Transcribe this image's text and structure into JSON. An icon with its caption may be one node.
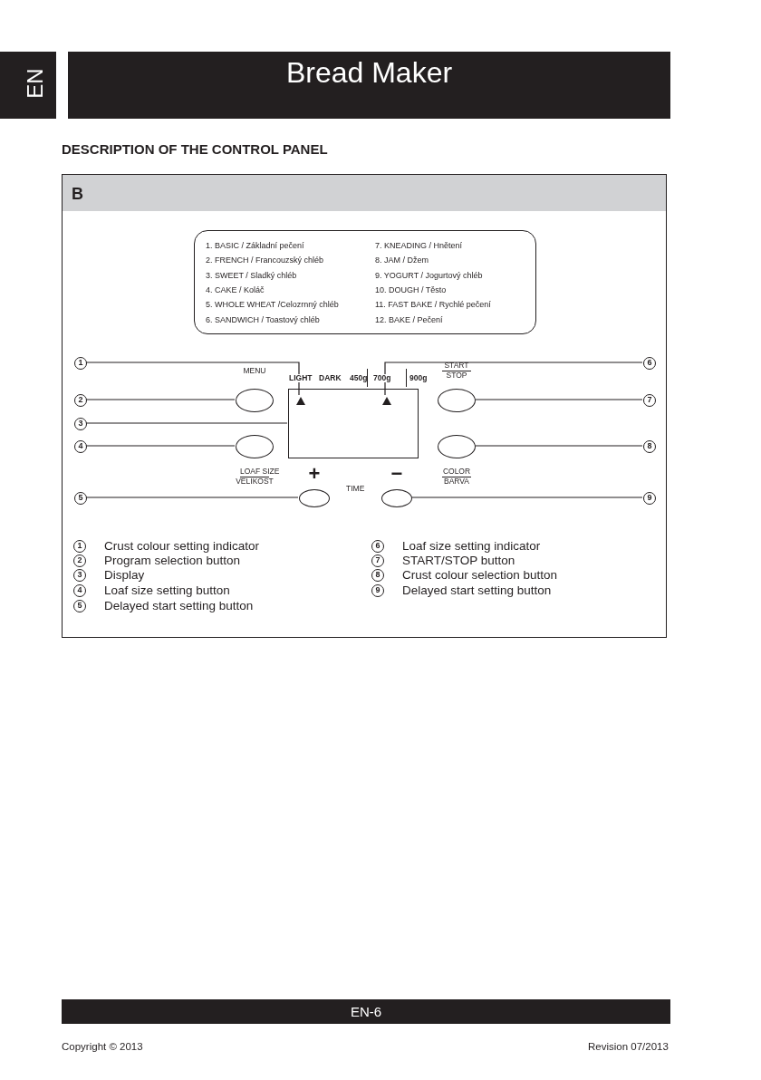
{
  "diagram": {
    "title": "Bread Maker",
    "nodes": [
      {
        "text": [
          "B"
        ]
      },
      {
        "text": [
          "1. BASIC / Základní pečení",
          "2. FRENCH / Francouzský chléb",
          "3. SWEET / Sladký chléb",
          "4. CAKE / Koláč",
          "5. WHOLE WHEAT /Celozrnný chléb",
          "6. SANDWICH / Toastový chléb",
          "7. KNEADING / Hnětení",
          "8. JAM / Džem",
          "9. YOGURT / Jogurtový chléb",
          "10. DOUGH / Těsto",
          "11. FAST BAKE / Rychlé pečení",
          "12. BAKE / Pečení"
        ],
        "in": 0
      },
      {
        "text": [
          "1"
        ],
        "in": 0
      },
      {
        "text": [
          "2"
        ],
        "in": 0
      },
      {
        "text": [
          "3"
        ],
        "in": 0
      },
      {
        "text": [
          "4"
        ],
        "in": 0
      },
      {
        "text": [
          "5"
        ],
        "in": 0
      },
      {
        "text": [
          "6"
        ],
        "in": 0
      },
      {
        "text": [
          "7"
        ],
        "in": 0
      },
      {
        "text": [
          "8"
        ],
        "in": 0
      },
      {
        "text": [
          "9"
        ],
        "in": 0
      },
      {
        "text": [],
        "shape": "box",
        "in": 0
      },
      {
        "text": [],
        "shape": "triangle",
        "in": 11
      },
      {
        "text": [],
        "shape": "triangle",
        "in": 11
      },
      {
        "text": [
          "MENU"
        ],
        "in": 0
      },
      {
        "text": [
          "START",
          "STOP"
        ],
        "in": 0
      },
      {
        "text": [
          "LOAF SIZE",
          "VELIKOST"
        ],
        "in": 0
      },
      {
        "text": [
          "COLOR",
          "BARVA"
        ],
        "in": 0
      },
      {
        "text": [
          "+"
        ],
        "in": 0
      },
      {
        "text": [
          "−"
        ],
        "in": 0
      }
    ],
    "edges": [
      {
        "from": 2,
        "to": 12,
        "arrow": "none"
      },
      {
        "from": 3,
        "to": 14,
        "arrow": "none"
      },
      {
        "from": 4,
        "to": 11,
        "arrow": "none"
      },
      {
        "from": 5,
        "to": 16,
        "arrow": "none"
      },
      {
        "from": 6,
        "to": 18,
        "arrow": "none"
      },
      {
        "from": 7,
        "to": 13,
        "arrow": "none"
      },
      {
        "from": 8,
        "to": 15,
        "arrow": "none"
      },
      {
        "from": 9,
        "to": 17,
        "arrow": "none"
      },
      {
        "from": 10,
        "to": 19,
        "arrow": "none"
      }
    ],
    "labels": [
      "EN",
      "DESCRIPTION OF THE CONTROL PANEL",
      "LIGHT",
      "DARK",
      "450g",
      "700g",
      "900g",
      "TIME",
      "1",
      "Crust colour setting indicator",
      "6",
      "Loaf size setting indicator",
      "2",
      "Program selection button",
      "7",
      "START/STOP button",
      "3",
      "Display",
      "8",
      "Crust colour selection button",
      "4",
      "Loaf size setting button",
      "9",
      "Delayed start setting button",
      "5",
      "Delayed start setting button",
      "EN-6",
      "Copyright © 2013",
      "Revision 07/2013"
    ]
  }
}
